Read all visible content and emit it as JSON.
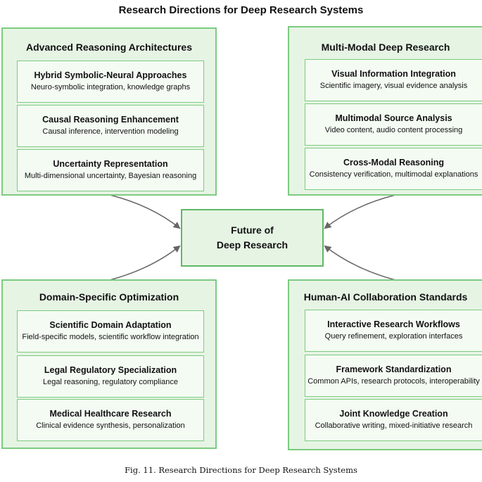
{
  "title": "Research Directions for Deep Research Systems",
  "center": {
    "line1": "Future of",
    "line2": "Deep Research"
  },
  "groups": [
    {
      "title": "Advanced Reasoning Architectures",
      "cards": [
        {
          "title": "Hybrid Symbolic-Neural Approaches",
          "sub": "Neuro-symbolic integration, knowledge graphs"
        },
        {
          "title": "Causal Reasoning Enhancement",
          "sub": "Causal inference, intervention modeling"
        },
        {
          "title": "Uncertainty Representation",
          "sub": "Multi-dimensional uncertainty, Bayesian reasoning"
        }
      ]
    },
    {
      "title": "Multi-Modal Deep Research",
      "cards": [
        {
          "title": "Visual Information Integration",
          "sub": "Scientific imagery, visual evidence analysis"
        },
        {
          "title": "Multimodal Source Analysis",
          "sub": "Video content, audio content processing"
        },
        {
          "title": "Cross-Modal Reasoning",
          "sub": "Consistency verification, multimodal explanations"
        }
      ]
    },
    {
      "title": "Domain-Specific Optimization",
      "cards": [
        {
          "title": "Scientific Domain Adaptation",
          "sub": "Field-specific models, scientific workflow integration"
        },
        {
          "title": "Legal Regulatory Specialization",
          "sub": "Legal reasoning, regulatory compliance"
        },
        {
          "title": "Medical Healthcare Research",
          "sub": "Clinical evidence synthesis, personalization"
        }
      ]
    },
    {
      "title": "Human-AI Collaboration Standards",
      "cards": [
        {
          "title": "Interactive Research Workflows",
          "sub": "Query refinement, exploration interfaces"
        },
        {
          "title": "Framework Standardization",
          "sub": "Common APIs, research protocols, interoperability"
        },
        {
          "title": "Joint Knowledge Creation",
          "sub": "Collaborative writing, mixed-initiative research"
        }
      ]
    }
  ],
  "caption": "Fig. 11.  Research Directions for Deep Research Systems",
  "colors": {
    "group_fill": "#e6f4e4",
    "border": "#7ccb80",
    "arrow": "#666666"
  }
}
